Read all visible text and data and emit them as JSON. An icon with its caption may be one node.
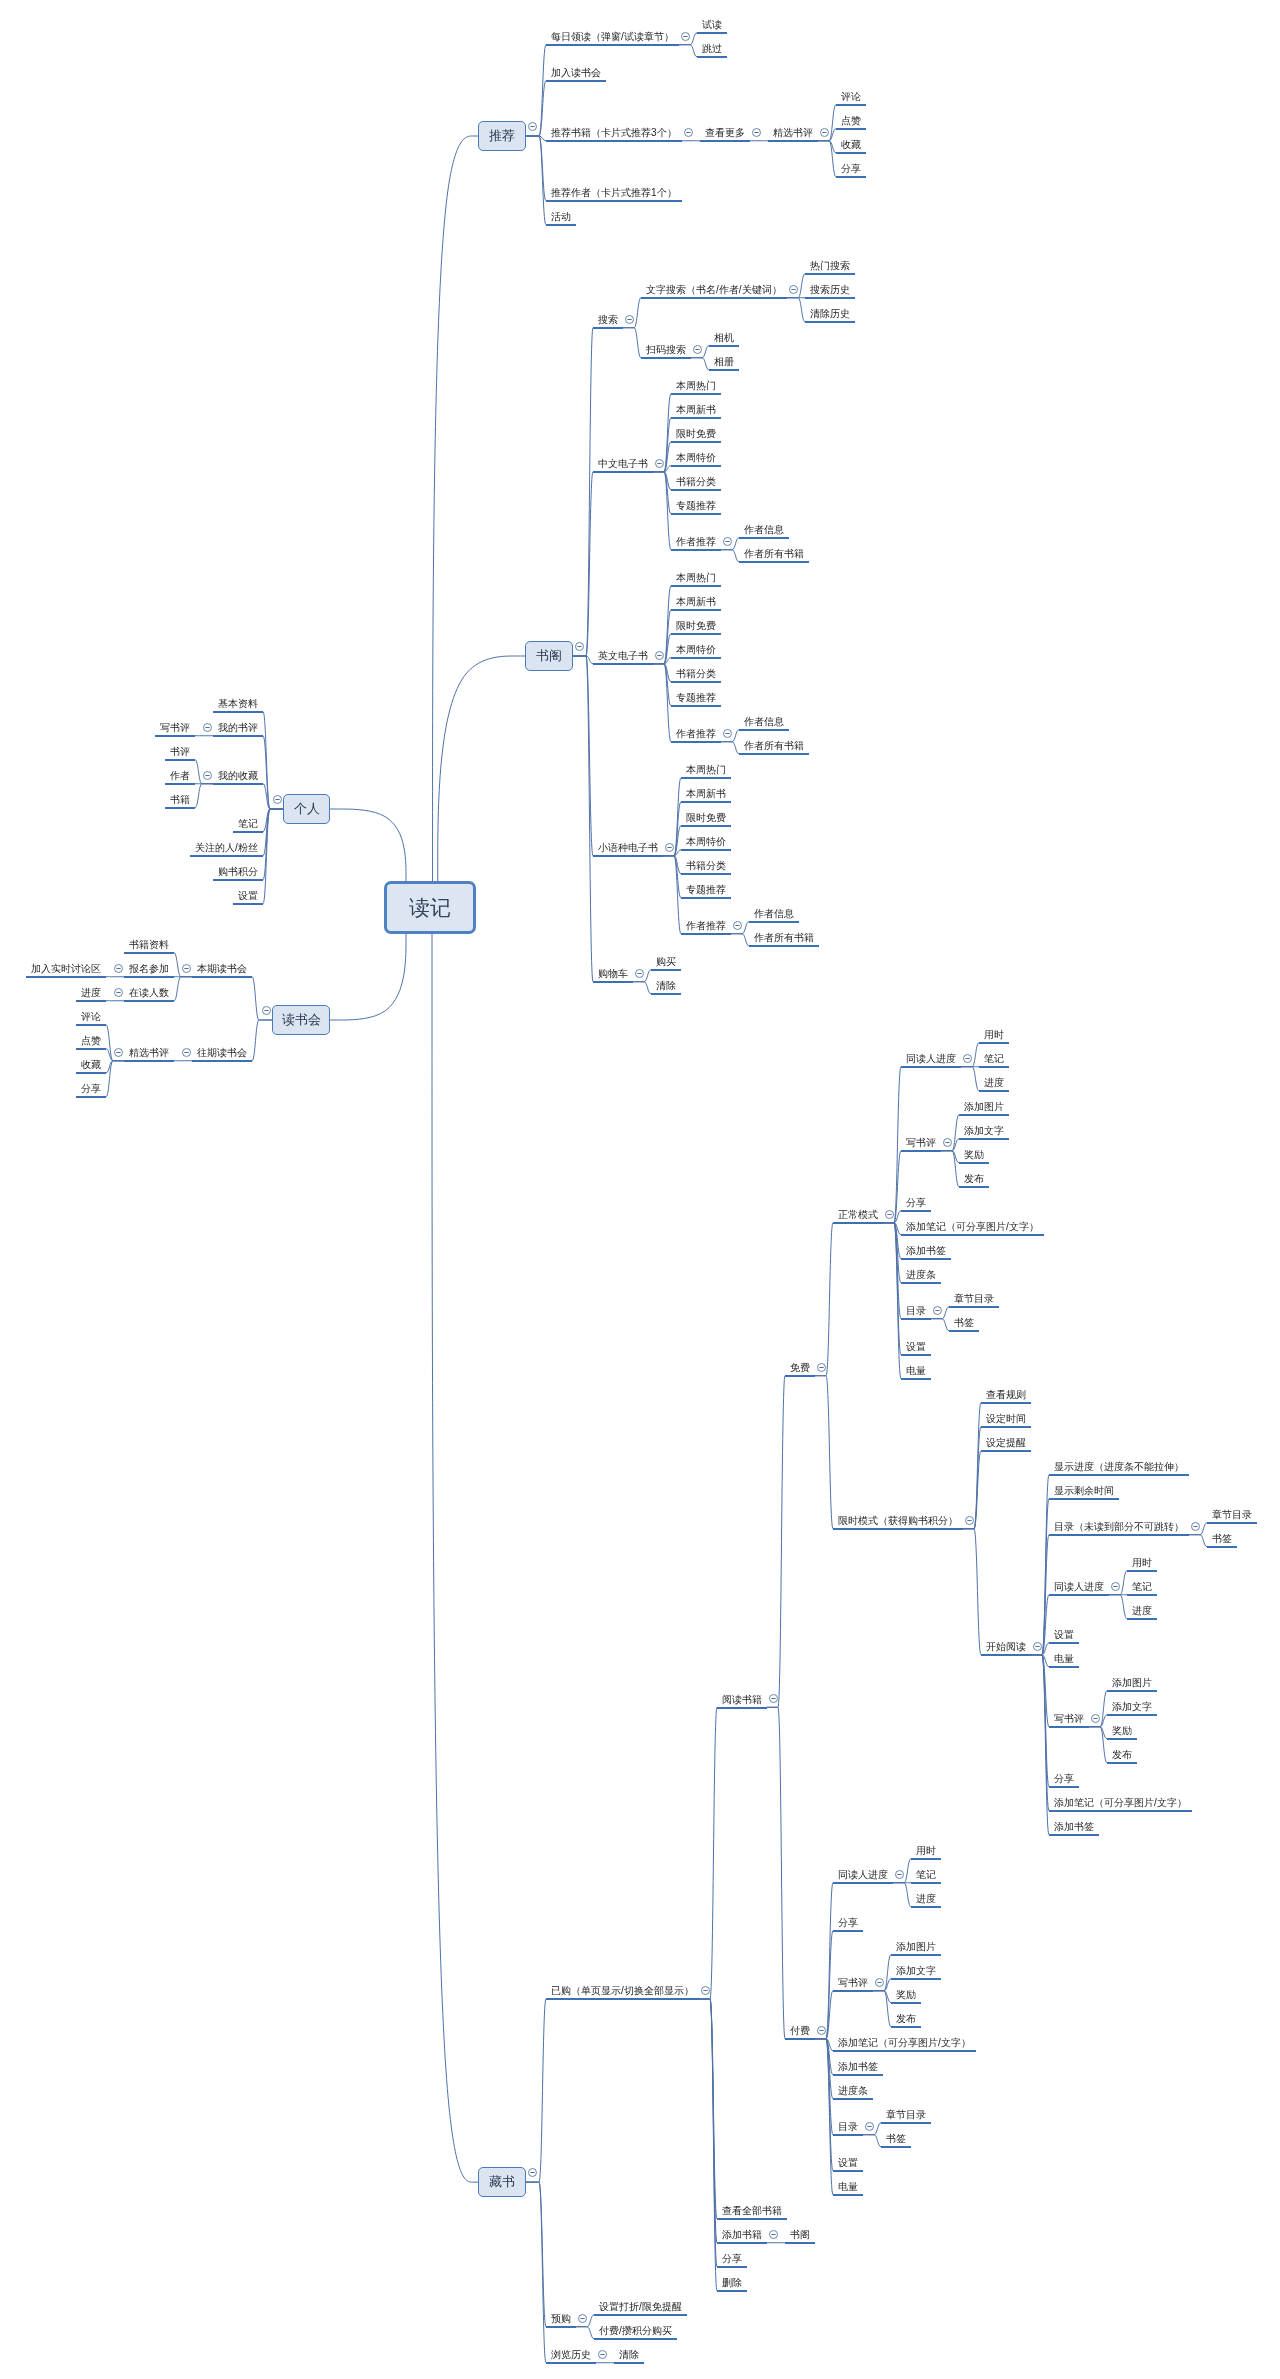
{
  "diagram": {
    "nodes": [
      {
        "text": [
          "读记"
        ]
      },
      {
        "text": [
          "推荐"
        ]
      },
      {
        "text": [
          "每日领读（弹窗/试读章节）"
        ]
      },
      {
        "text": [
          "试读"
        ]
      },
      {
        "text": [
          "跳过"
        ]
      },
      {
        "text": [
          "加入读书会"
        ]
      },
      {
        "text": [
          "推荐书籍（卡片式推荐3个）"
        ]
      },
      {
        "text": [
          "查看更多"
        ]
      },
      {
        "text": [
          "精选书评"
        ]
      },
      {
        "text": [
          "评论"
        ]
      },
      {
        "text": [
          "点赞"
        ]
      },
      {
        "text": [
          "收藏"
        ]
      },
      {
        "text": [
          "分享"
        ]
      },
      {
        "text": [
          "推荐作者（卡片式推荐1个）"
        ]
      },
      {
        "text": [
          "活动"
        ]
      },
      {
        "text": [
          "书阁"
        ]
      },
      {
        "text": [
          "搜索"
        ]
      },
      {
        "text": [
          "文字搜索（书名/作者/关键词）"
        ]
      },
      {
        "text": [
          "热门搜索"
        ]
      },
      {
        "text": [
          "搜索历史"
        ]
      },
      {
        "text": [
          "清除历史"
        ]
      },
      {
        "text": [
          "扫码搜索"
        ]
      },
      {
        "text": [
          "相机"
        ]
      },
      {
        "text": [
          "相册"
        ]
      },
      {
        "text": [
          "中文电子书"
        ]
      },
      {
        "text": [
          "本周热门"
        ]
      },
      {
        "text": [
          "本周新书"
        ]
      },
      {
        "text": [
          "限时免费"
        ]
      },
      {
        "text": [
          "本周特价"
        ]
      },
      {
        "text": [
          "书籍分类"
        ]
      },
      {
        "text": [
          "专题推荐"
        ]
      },
      {
        "text": [
          "作者推荐"
        ]
      },
      {
        "text": [
          "作者信息"
        ]
      },
      {
        "text": [
          "作者所有书籍"
        ]
      },
      {
        "text": [
          "英文电子书"
        ]
      },
      {
        "text": [
          "本周热门"
        ]
      },
      {
        "text": [
          "本周新书"
        ]
      },
      {
        "text": [
          "限时免费"
        ]
      },
      {
        "text": [
          "本周特价"
        ]
      },
      {
        "text": [
          "书籍分类"
        ]
      },
      {
        "text": [
          "专题推荐"
        ]
      },
      {
        "text": [
          "作者推荐"
        ]
      },
      {
        "text": [
          "作者信息"
        ]
      },
      {
        "text": [
          "作者所有书籍"
        ]
      },
      {
        "text": [
          "小语种电子书"
        ]
      },
      {
        "text": [
          "本周热门"
        ]
      },
      {
        "text": [
          "本周新书"
        ]
      },
      {
        "text": [
          "限时免费"
        ]
      },
      {
        "text": [
          "本周特价"
        ]
      },
      {
        "text": [
          "书籍分类"
        ]
      },
      {
        "text": [
          "专题推荐"
        ]
      },
      {
        "text": [
          "作者推荐"
        ]
      },
      {
        "text": [
          "作者信息"
        ]
      },
      {
        "text": [
          "作者所有书籍"
        ]
      },
      {
        "text": [
          "购物车"
        ]
      },
      {
        "text": [
          "购买"
        ]
      },
      {
        "text": [
          "清除"
        ]
      },
      {
        "text": [
          "藏书"
        ]
      },
      {
        "text": [
          "已购（单页显示/切换全部显示）"
        ]
      },
      {
        "text": [
          "阅读书籍"
        ]
      },
      {
        "text": [
          "免费"
        ]
      },
      {
        "text": [
          "正常模式"
        ]
      },
      {
        "text": [
          "同读人进度"
        ]
      },
      {
        "text": [
          "用时"
        ]
      },
      {
        "text": [
          "笔记"
        ]
      },
      {
        "text": [
          "进度"
        ]
      },
      {
        "text": [
          "写书评"
        ]
      },
      {
        "text": [
          "添加图片"
        ]
      },
      {
        "text": [
          "添加文字"
        ]
      },
      {
        "text": [
          "奖励"
        ]
      },
      {
        "text": [
          "发布"
        ]
      },
      {
        "text": [
          "分享"
        ]
      },
      {
        "text": [
          "添加笔记（可分享图片/文字）"
        ]
      },
      {
        "text": [
          "添加书签"
        ]
      },
      {
        "text": [
          "进度条"
        ]
      },
      {
        "text": [
          "目录"
        ]
      },
      {
        "text": [
          "章节目录"
        ]
      },
      {
        "text": [
          "书签"
        ]
      },
      {
        "text": [
          "设置"
        ]
      },
      {
        "text": [
          "电量"
        ]
      },
      {
        "text": [
          "限时模式（获得购书积分）"
        ]
      },
      {
        "text": [
          "查看规则"
        ]
      },
      {
        "text": [
          "设定时间"
        ]
      },
      {
        "text": [
          "设定提醒"
        ]
      },
      {
        "text": [
          "开始阅读"
        ]
      },
      {
        "text": [
          "显示进度（进度条不能拉伸）"
        ]
      },
      {
        "text": [
          "显示剩余时间"
        ]
      },
      {
        "text": [
          "目录（未读到部分不可跳转）"
        ]
      },
      {
        "text": [
          "章节目录"
        ]
      },
      {
        "text": [
          "书签"
        ]
      },
      {
        "text": [
          "同读人进度"
        ]
      },
      {
        "text": [
          "用时"
        ]
      },
      {
        "text": [
          "笔记"
        ]
      },
      {
        "text": [
          "进度"
        ]
      },
      {
        "text": [
          "设置"
        ]
      },
      {
        "text": [
          "电量"
        ]
      },
      {
        "text": [
          "写书评"
        ]
      },
      {
        "text": [
          "添加图片"
        ]
      },
      {
        "text": [
          "添加文字"
        ]
      },
      {
        "text": [
          "奖励"
        ]
      },
      {
        "text": [
          "发布"
        ]
      },
      {
        "text": [
          "分享"
        ]
      },
      {
        "text": [
          "添加笔记（可分享图片/文字）"
        ]
      },
      {
        "text": [
          "添加书签"
        ]
      },
      {
        "text": [
          "付费"
        ]
      },
      {
        "text": [
          "同读人进度"
        ]
      },
      {
        "text": [
          "用时"
        ]
      },
      {
        "text": [
          "笔记"
        ]
      },
      {
        "text": [
          "进度"
        ]
      },
      {
        "text": [
          "分享"
        ]
      },
      {
        "text": [
          "写书评"
        ]
      },
      {
        "text": [
          "添加图片"
        ]
      },
      {
        "text": [
          "添加文字"
        ]
      },
      {
        "text": [
          "奖励"
        ]
      },
      {
        "text": [
          "发布"
        ]
      },
      {
        "text": [
          "添加笔记（可分享图片/文字）"
        ]
      },
      {
        "text": [
          "添加书签"
        ]
      },
      {
        "text": [
          "进度条"
        ]
      },
      {
        "text": [
          "目录"
        ]
      },
      {
        "text": [
          "章节目录"
        ]
      },
      {
        "text": [
          "书签"
        ]
      },
      {
        "text": [
          "设置"
        ]
      },
      {
        "text": [
          "电量"
        ]
      },
      {
        "text": [
          "查看全部书籍"
        ]
      },
      {
        "text": [
          "添加书籍"
        ]
      },
      {
        "text": [
          "书阁"
        ]
      },
      {
        "text": [
          "分享"
        ]
      },
      {
        "text": [
          "删除"
        ]
      },
      {
        "text": [
          "预购"
        ]
      },
      {
        "text": [
          "设置打折/限免提醒"
        ]
      },
      {
        "text": [
          "付费/攒积分购买"
        ]
      },
      {
        "text": [
          "浏览历史"
        ]
      },
      {
        "text": [
          "清除"
        ]
      },
      {
        "text": [
          "个人"
        ]
      },
      {
        "text": [
          "基本资料"
        ]
      },
      {
        "text": [
          "我的书评"
        ]
      },
      {
        "text": [
          "写书评"
        ]
      },
      {
        "text": [
          "我的收藏"
        ]
      },
      {
        "text": [
          "书评"
        ]
      },
      {
        "text": [
          "作者"
        ]
      },
      {
        "text": [
          "书籍"
        ]
      },
      {
        "text": [
          "笔记"
        ]
      },
      {
        "text": [
          "关注的人/粉丝"
        ]
      },
      {
        "text": [
          "购书积分"
        ]
      },
      {
        "text": [
          "设置"
        ]
      },
      {
        "text": [
          "读书会"
        ]
      },
      {
        "text": [
          "本期读书会"
        ]
      },
      {
        "text": [
          "书籍资料"
        ]
      },
      {
        "text": [
          "报名参加"
        ]
      },
      {
        "text": [
          "加入实时讨论区"
        ]
      },
      {
        "text": [
          "在读人数"
        ]
      },
      {
        "text": [
          "进度"
        ]
      },
      {
        "text": [
          "往期读书会"
        ]
      },
      {
        "text": [
          "精选书评"
        ]
      },
      {
        "text": [
          "评论"
        ]
      },
      {
        "text": [
          "点赞"
        ]
      },
      {
        "text": [
          "收藏"
        ]
      },
      {
        "text": [
          "分享"
        ]
      }
    ],
    "edges": [
      {
        "from": 0,
        "to": 1,
        "arrow": "none"
      },
      {
        "from": 1,
        "to": 2,
        "arrow": "none"
      },
      {
        "from": 2,
        "to": 3,
        "arrow": "none"
      },
      {
        "from": 2,
        "to": 4,
        "arrow": "none"
      },
      {
        "from": 1,
        "to": 5,
        "arrow": "none"
      },
      {
        "from": 1,
        "to": 6,
        "arrow": "none"
      },
      {
        "from": 6,
        "to": 7,
        "arrow": "none"
      },
      {
        "from": 7,
        "to": 8,
        "arrow": "none"
      },
      {
        "from": 8,
        "to": 9,
        "arrow": "none"
      },
      {
        "from": 8,
        "to": 10,
        "arrow": "none"
      },
      {
        "from": 8,
        "to": 11,
        "arrow": "none"
      },
      {
        "from": 8,
        "to": 12,
        "arrow": "none"
      },
      {
        "from": 1,
        "to": 13,
        "arrow": "none"
      },
      {
        "from": 1,
        "to": 14,
        "arrow": "none"
      },
      {
        "from": 0,
        "to": 15,
        "arrow": "none"
      },
      {
        "from": 15,
        "to": 16,
        "arrow": "none"
      },
      {
        "from": 16,
        "to": 17,
        "arrow": "none"
      },
      {
        "from": 17,
        "to": 18,
        "arrow": "none"
      },
      {
        "from": 17,
        "to": 19,
        "arrow": "none"
      },
      {
        "from": 17,
        "to": 20,
        "arrow": "none"
      },
      {
        "from": 16,
        "to": 21,
        "arrow": "none"
      },
      {
        "from": 21,
        "to": 22,
        "arrow": "none"
      },
      {
        "from": 21,
        "to": 23,
        "arrow": "none"
      },
      {
        "from": 15,
        "to": 24,
        "arrow": "none"
      },
      {
        "from": 24,
        "to": 25,
        "arrow": "none"
      },
      {
        "from": 24,
        "to": 26,
        "arrow": "none"
      },
      {
        "from": 24,
        "to": 27,
        "arrow": "none"
      },
      {
        "from": 24,
        "to": 28,
        "arrow": "none"
      },
      {
        "from": 24,
        "to": 29,
        "arrow": "none"
      },
      {
        "from": 24,
        "to": 30,
        "arrow": "none"
      },
      {
        "from": 24,
        "to": 31,
        "arrow": "none"
      },
      {
        "from": 31,
        "to": 32,
        "arrow": "none"
      },
      {
        "from": 31,
        "to": 33,
        "arrow": "none"
      },
      {
        "from": 15,
        "to": 34,
        "arrow": "none"
      },
      {
        "from": 34,
        "to": 35,
        "arrow": "none"
      },
      {
        "from": 34,
        "to": 36,
        "arrow": "none"
      },
      {
        "from": 34,
        "to": 37,
        "arrow": "none"
      },
      {
        "from": 34,
        "to": 38,
        "arrow": "none"
      },
      {
        "from": 34,
        "to": 39,
        "arrow": "none"
      },
      {
        "from": 34,
        "to": 40,
        "arrow": "none"
      },
      {
        "from": 34,
        "to": 41,
        "arrow": "none"
      },
      {
        "from": 41,
        "to": 42,
        "arrow": "none"
      },
      {
        "from": 41,
        "to": 43,
        "arrow": "none"
      },
      {
        "from": 15,
        "to": 44,
        "arrow": "none"
      },
      {
        "from": 44,
        "to": 45,
        "arrow": "none"
      },
      {
        "from": 44,
        "to": 46,
        "arrow": "none"
      },
      {
        "from": 44,
        "to": 47,
        "arrow": "none"
      },
      {
        "from": 44,
        "to": 48,
        "arrow": "none"
      },
      {
        "from": 44,
        "to": 49,
        "arrow": "none"
      },
      {
        "from": 44,
        "to": 50,
        "arrow": "none"
      },
      {
        "from": 44,
        "to": 51,
        "arrow": "none"
      },
      {
        "from": 51,
        "to": 52,
        "arrow": "none"
      },
      {
        "from": 51,
        "to": 53,
        "arrow": "none"
      },
      {
        "from": 15,
        "to": 54,
        "arrow": "none"
      },
      {
        "from": 54,
        "to": 55,
        "arrow": "none"
      },
      {
        "from": 54,
        "to": 56,
        "arrow": "none"
      },
      {
        "from": 0,
        "to": 57,
        "arrow": "none"
      },
      {
        "from": 57,
        "to": 58,
        "arrow": "none"
      },
      {
        "from": 58,
        "to": 59,
        "arrow": "none"
      },
      {
        "from": 59,
        "to": 60,
        "arrow": "none"
      },
      {
        "from": 60,
        "to": 61,
        "arrow": "none"
      },
      {
        "from": 61,
        "to": 62,
        "arrow": "none"
      },
      {
        "from": 62,
        "to": 63,
        "arrow": "none"
      },
      {
        "from": 62,
        "to": 64,
        "arrow": "none"
      },
      {
        "from": 62,
        "to": 65,
        "arrow": "none"
      },
      {
        "from": 61,
        "to": 66,
        "arrow": "none"
      },
      {
        "from": 66,
        "to": 67,
        "arrow": "none"
      },
      {
        "from": 66,
        "to": 68,
        "arrow": "none"
      },
      {
        "from": 66,
        "to": 69,
        "arrow": "none"
      },
      {
        "from": 66,
        "to": 70,
        "arrow": "none"
      },
      {
        "from": 61,
        "to": 71,
        "arrow": "none"
      },
      {
        "from": 61,
        "to": 72,
        "arrow": "none"
      },
      {
        "from": 61,
        "to": 73,
        "arrow": "none"
      },
      {
        "from": 61,
        "to": 74,
        "arrow": "none"
      },
      {
        "from": 61,
        "to": 75,
        "arrow": "none"
      },
      {
        "from": 75,
        "to": 76,
        "arrow": "none"
      },
      {
        "from": 75,
        "to": 77,
        "arrow": "none"
      },
      {
        "from": 61,
        "to": 78,
        "arrow": "none"
      },
      {
        "from": 61,
        "to": 79,
        "arrow": "none"
      },
      {
        "from": 60,
        "to": 80,
        "arrow": "none"
      },
      {
        "from": 80,
        "to": 81,
        "arrow": "none"
      },
      {
        "from": 80,
        "to": 82,
        "arrow": "none"
      },
      {
        "from": 80,
        "to": 83,
        "arrow": "none"
      },
      {
        "from": 80,
        "to": 84,
        "arrow": "none"
      },
      {
        "from": 84,
        "to": 85,
        "arrow": "none"
      },
      {
        "from": 84,
        "to": 86,
        "arrow": "none"
      },
      {
        "from": 84,
        "to": 87,
        "arrow": "none"
      },
      {
        "from": 87,
        "to": 88,
        "arrow": "none"
      },
      {
        "from": 87,
        "to": 89,
        "arrow": "none"
      },
      {
        "from": 84,
        "to": 90,
        "arrow": "none"
      },
      {
        "from": 90,
        "to": 91,
        "arrow": "none"
      },
      {
        "from": 90,
        "to": 92,
        "arrow": "none"
      },
      {
        "from": 90,
        "to": 93,
        "arrow": "none"
      },
      {
        "from": 84,
        "to": 94,
        "arrow": "none"
      },
      {
        "from": 84,
        "to": 95,
        "arrow": "none"
      },
      {
        "from": 84,
        "to": 96,
        "arrow": "none"
      },
      {
        "from": 96,
        "to": 97,
        "arrow": "none"
      },
      {
        "from": 96,
        "to": 98,
        "arrow": "none"
      },
      {
        "from": 96,
        "to": 99,
        "arrow": "none"
      },
      {
        "from": 96,
        "to": 100,
        "arrow": "none"
      },
      {
        "from": 84,
        "to": 101,
        "arrow": "none"
      },
      {
        "from": 84,
        "to": 102,
        "arrow": "none"
      },
      {
        "from": 84,
        "to": 103,
        "arrow": "none"
      },
      {
        "from": 59,
        "to": 104,
        "arrow": "none"
      },
      {
        "from": 104,
        "to": 105,
        "arrow": "none"
      },
      {
        "from": 105,
        "to": 106,
        "arrow": "none"
      },
      {
        "from": 105,
        "to": 107,
        "arrow": "none"
      },
      {
        "from": 105,
        "to": 108,
        "arrow": "none"
      },
      {
        "from": 104,
        "to": 109,
        "arrow": "none"
      },
      {
        "from": 104,
        "to": 110,
        "arrow": "none"
      },
      {
        "from": 110,
        "to": 111,
        "arrow": "none"
      },
      {
        "from": 110,
        "to": 112,
        "arrow": "none"
      },
      {
        "from": 110,
        "to": 113,
        "arrow": "none"
      },
      {
        "from": 110,
        "to": 114,
        "arrow": "none"
      },
      {
        "from": 104,
        "to": 115,
        "arrow": "none"
      },
      {
        "from": 104,
        "to": 116,
        "arrow": "none"
      },
      {
        "from": 104,
        "to": 117,
        "arrow": "none"
      },
      {
        "from": 104,
        "to": 118,
        "arrow": "none"
      },
      {
        "from": 118,
        "to": 119,
        "arrow": "none"
      },
      {
        "from": 118,
        "to": 120,
        "arrow": "none"
      },
      {
        "from": 104,
        "to": 121,
        "arrow": "none"
      },
      {
        "from": 104,
        "to": 122,
        "arrow": "none"
      },
      {
        "from": 58,
        "to": 123,
        "arrow": "none"
      },
      {
        "from": 58,
        "to": 124,
        "arrow": "none"
      },
      {
        "from": 124,
        "to": 125,
        "arrow": "none"
      },
      {
        "from": 58,
        "to": 126,
        "arrow": "none"
      },
      {
        "from": 58,
        "to": 127,
        "arrow": "none"
      },
      {
        "from": 57,
        "to": 128,
        "arrow": "none"
      },
      {
        "from": 128,
        "to": 129,
        "arrow": "none"
      },
      {
        "from": 128,
        "to": 130,
        "arrow": "none"
      },
      {
        "from": 57,
        "to": 131,
        "arrow": "none"
      },
      {
        "from": 131,
        "to": 132,
        "arrow": "none"
      },
      {
        "from": 0,
        "to": 133,
        "arrow": "none"
      },
      {
        "from": 133,
        "to": 134,
        "arrow": "none"
      },
      {
        "from": 133,
        "to": 135,
        "arrow": "none"
      },
      {
        "from": 135,
        "to": 136,
        "arrow": "none"
      },
      {
        "from": 133,
        "to": 137,
        "arrow": "none"
      },
      {
        "from": 137,
        "to": 138,
        "arrow": "none"
      },
      {
        "from": 137,
        "to": 139,
        "arrow": "none"
      },
      {
        "from": 137,
        "to": 140,
        "arrow": "none"
      },
      {
        "from": 133,
        "to": 141,
        "arrow": "none"
      },
      {
        "from": 133,
        "to": 142,
        "arrow": "none"
      },
      {
        "from": 133,
        "to": 143,
        "arrow": "none"
      },
      {
        "from": 133,
        "to": 144,
        "arrow": "none"
      },
      {
        "from": 0,
        "to": 145,
        "arrow": "none"
      },
      {
        "from": 145,
        "to": 146,
        "arrow": "none"
      },
      {
        "from": 146,
        "to": 147,
        "arrow": "none"
      },
      {
        "from": 146,
        "to": 148,
        "arrow": "none"
      },
      {
        "from": 148,
        "to": 149,
        "arrow": "none"
      },
      {
        "from": 146,
        "to": 150,
        "arrow": "none"
      },
      {
        "from": 150,
        "to": 151,
        "arrow": "none"
      },
      {
        "from": 145,
        "to": 152,
        "arrow": "none"
      },
      {
        "from": 152,
        "to": 153,
        "arrow": "none"
      },
      {
        "from": 153,
        "to": 154,
        "arrow": "none"
      },
      {
        "from": 153,
        "to": 155,
        "arrow": "none"
      },
      {
        "from": 153,
        "to": 156,
        "arrow": "none"
      },
      {
        "from": 153,
        "to": 157,
        "arrow": "none"
      }
    ]
  }
}
